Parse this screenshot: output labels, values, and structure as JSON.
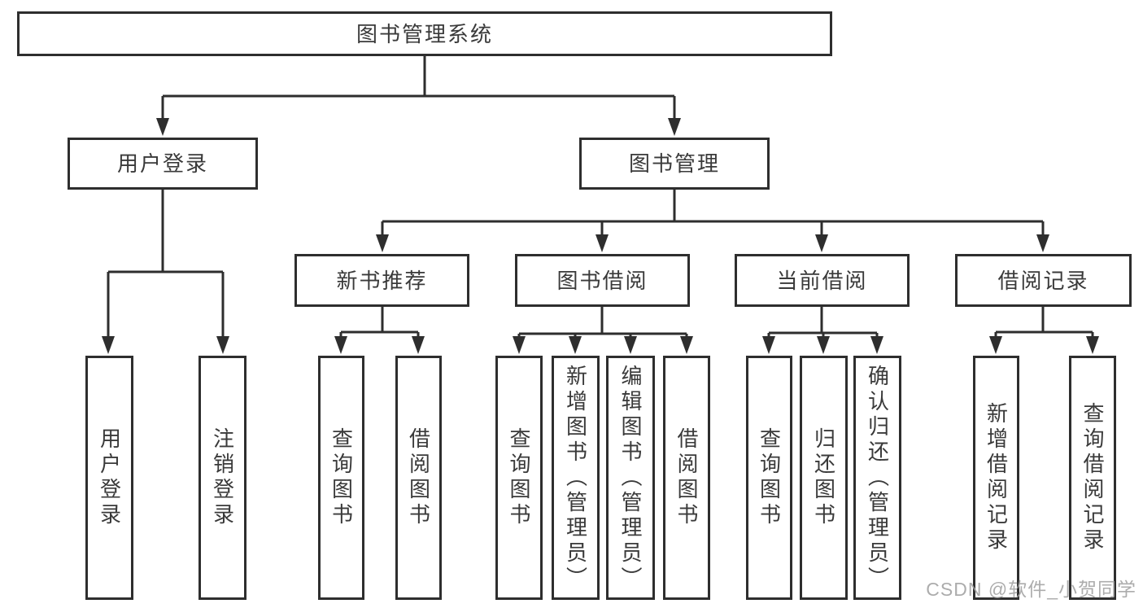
{
  "title": "图书管理系统",
  "watermark": "CSDN @软件_小贺同学",
  "colors": {
    "line": "#2e2e2e",
    "box_border": "#2e2e2e",
    "text": "#3a3a3a",
    "watermark": "#9e9e9e",
    "background": "#ffffff"
  },
  "tree": {
    "root": {
      "label": "图书管理系统",
      "children": [
        {
          "label": "用户登录",
          "children": [
            {
              "label": "用户登录"
            },
            {
              "label": "注销登录"
            }
          ]
        },
        {
          "label": "图书管理",
          "children": [
            {
              "label": "新书推荐",
              "children": [
                {
                  "label": "查询图书"
                },
                {
                  "label": "借阅图书"
                }
              ]
            },
            {
              "label": "图书借阅",
              "children": [
                {
                  "label": "查询图书"
                },
                {
                  "label": "新增图书（管理员）"
                },
                {
                  "label": "编辑图书（管理员）"
                },
                {
                  "label": "借阅图书"
                }
              ]
            },
            {
              "label": "当前借阅",
              "children": [
                {
                  "label": "查询图书"
                },
                {
                  "label": "归还图书"
                },
                {
                  "label": "确认归还（管理员）"
                }
              ]
            },
            {
              "label": "借阅记录",
              "children": [
                {
                  "label": "新增借阅记录"
                },
                {
                  "label": "查询借阅记录"
                }
              ]
            }
          ]
        }
      ]
    }
  }
}
